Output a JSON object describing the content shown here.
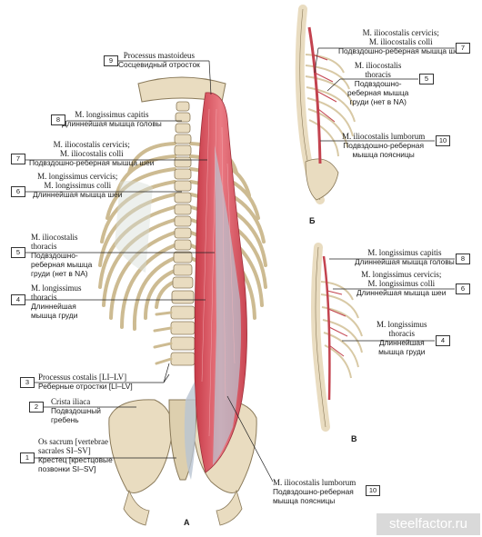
{
  "watermark": "steelfactor.ru",
  "figures": [
    "А",
    "Б",
    "В"
  ],
  "labels": {
    "l9": {
      "num": "9",
      "lat": "Processus mastoideus",
      "ru": "Сосцевидный отросток"
    },
    "l8": {
      "num": "8",
      "lat": "M. longissimus capitis",
      "ru": "Длиннейшая мышца головы"
    },
    "l7": {
      "num": "7",
      "lat": [
        "M. iliocostalis cervicis;",
        "M. iliocostalis colli"
      ],
      "ru": "Подвздошно-реберная мышца шеи"
    },
    "l6": {
      "num": "6",
      "lat": [
        "M. longissimus cervicis;",
        "M. longissimus colli"
      ],
      "ru": "Длиннейшая мышца шеи"
    },
    "l5": {
      "num": "5",
      "lat": [
        "M. iliocostalis",
        "thoracis"
      ],
      "ru": [
        "Подвздошно-",
        "реберная мышца",
        "груди (нет в NA)"
      ]
    },
    "l4": {
      "num": "4",
      "lat": [
        "M. longissimus",
        "thoracis"
      ],
      "ru": [
        "Длиннейшая",
        "мышца груди"
      ]
    },
    "l3": {
      "num": "3",
      "lat": "Processus costalis [LI–LV]",
      "ru": "Реберные отростки [LI–LV]"
    },
    "l2": {
      "num": "2",
      "lat": "Crista iliaca",
      "ru": [
        "Подвздошный",
        "гребень"
      ]
    },
    "l1": {
      "num": "1",
      "lat": [
        "Os sacrum [vertebrae",
        "sacrales SI–SV]"
      ],
      "ru": [
        "Крестец [крестцовые",
        "позвонки SI–SV]"
      ]
    },
    "l10": {
      "num": "10",
      "lat": "M. iliocostalis lumborum",
      "ru": [
        "Подвздошно-реберная",
        "мышца поясницы"
      ]
    },
    "b7": {
      "num": "7",
      "lat": [
        "M. iliocostalis cervicis;",
        "M. iliocostalis colli"
      ],
      "ru": "Подвздошно-реберная мышца шеи"
    },
    "b5": {
      "num": "5",
      "lat": [
        "M. iliocostalis",
        "thoracis"
      ],
      "ru": [
        "Подвздошно-",
        "реберная мышца",
        "груди (нет в NA)"
      ]
    },
    "b10": {
      "num": "10",
      "lat": "M. iliocostalis lumborum",
      "ru": [
        "Подвздошно-реберная",
        "мышца поясницы"
      ]
    },
    "v8": {
      "num": "8",
      "lat": "M. longissimus capitis",
      "ru": "Длиннейшая мышца головы"
    },
    "v6": {
      "num": "6",
      "lat": [
        "M. longissimus cervicis;",
        "M. longissimus colli"
      ],
      "ru": "Длиннейшая мышца шеи"
    },
    "v4": {
      "num": "4",
      "lat": [
        "M. longissimus",
        "thoracis"
      ],
      "ru": [
        "Длиннейшая",
        "мышца груди"
      ]
    }
  },
  "colors": {
    "bone": "#e9dcc0",
    "bone_edge": "#8a7a5a",
    "muscle": "#d8535e",
    "muscle_light": "#f08f98",
    "tendon": "#b9c4d2",
    "line": "#222222"
  }
}
